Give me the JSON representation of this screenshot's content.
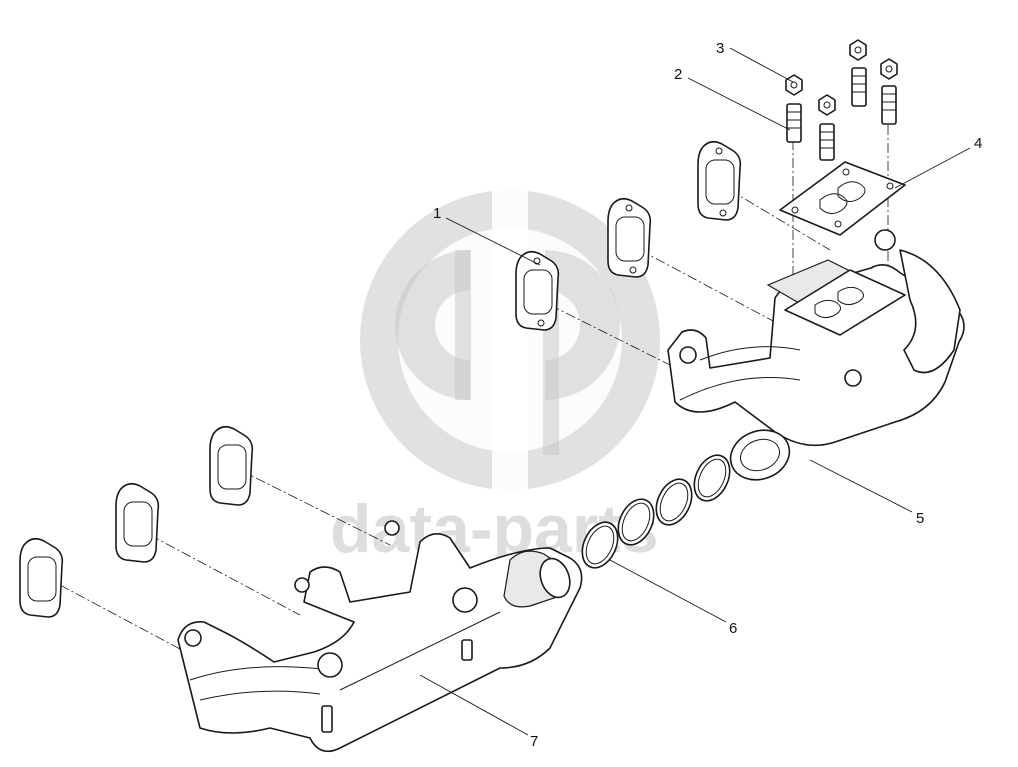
{
  "watermark": {
    "brand_text": "data-parts"
  },
  "callouts": [
    {
      "id": "1",
      "label": "1"
    },
    {
      "id": "2",
      "label": "2"
    },
    {
      "id": "3",
      "label": "3"
    },
    {
      "id": "4",
      "label": "4"
    },
    {
      "id": "5",
      "label": "5"
    },
    {
      "id": "6",
      "label": "6"
    },
    {
      "id": "7",
      "label": "7"
    }
  ]
}
